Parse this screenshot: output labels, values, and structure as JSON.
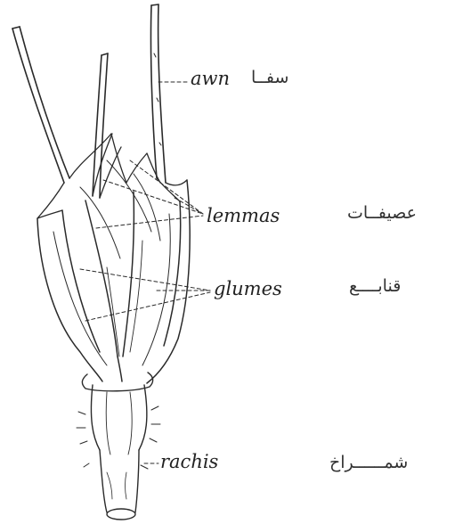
{
  "labels": {
    "awn": {
      "en": "awn",
      "ar": "سفــا"
    },
    "lemmas": {
      "en": "lemmas",
      "ar": "عصيفــات"
    },
    "glumes": {
      "en": "glumes",
      "ar": "قنابــــع"
    },
    "rachis": {
      "en": "rachis",
      "ar": "شمــــــراخ"
    }
  }
}
